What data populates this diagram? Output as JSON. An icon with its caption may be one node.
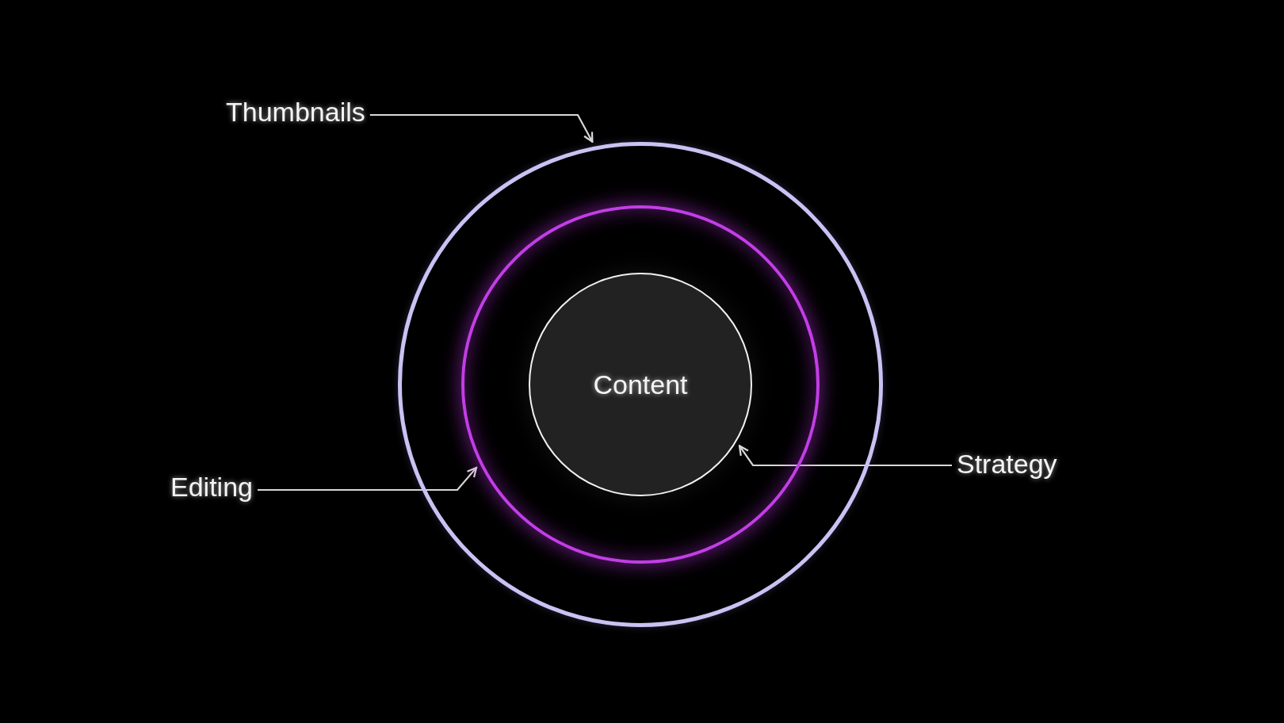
{
  "diagram": {
    "nodes": [
      {
        "text": [
          "Thumbnails"
        ]
      },
      {
        "text": [],
        "shape": "circle"
      },
      {
        "text": [],
        "shape": "circle",
        "in": 1
      },
      {
        "text": [
          "Content"
        ],
        "in": 2
      },
      {
        "text": [
          "Editing"
        ]
      },
      {
        "text": [
          "Strategy"
        ]
      }
    ],
    "edges": [
      {
        "from": 0,
        "to": 1,
        "arrow": "to"
      },
      {
        "from": 4,
        "to": 2,
        "arrow": "to"
      },
      {
        "from": 5,
        "to": 3,
        "arrow": "to"
      }
    ]
  }
}
